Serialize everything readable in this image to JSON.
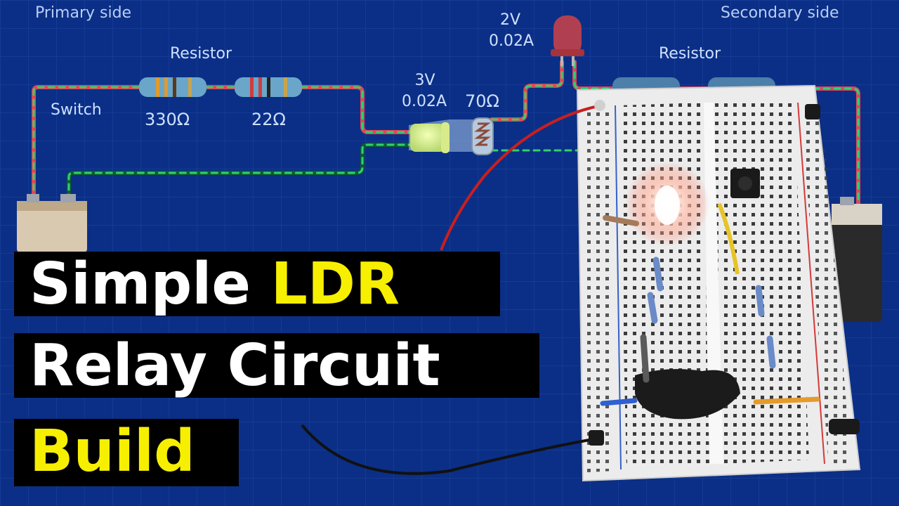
{
  "labels": {
    "primary_side": "Primary side",
    "secondary_side": "Secondary side",
    "resistor_left": "Resistor",
    "resistor_right": "Resistor",
    "switch": "Switch",
    "r1_value": "330Ω",
    "r2_value": "22Ω",
    "led_in_voltage": "3V",
    "led_in_current": "0.02A",
    "ldr_resistance": "70Ω",
    "led_out_voltage": "2V",
    "led_out_current": "0.02A"
  },
  "title": {
    "line1_white": "Simple ",
    "line1_yellow": "LDR",
    "line2": "Relay Circuit",
    "line3": "Build"
  },
  "colors": {
    "blueprint_bg": "#0b2f86",
    "grid": "#2a55b8",
    "wire_red": "#e0455a",
    "wire_green": "#2fd36a",
    "title_yellow": "#f7ef00",
    "title_bg": "#000000"
  }
}
